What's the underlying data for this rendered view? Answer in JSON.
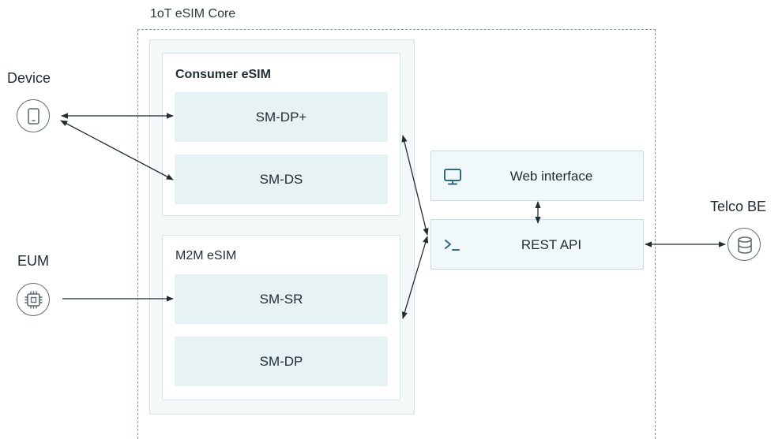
{
  "core": {
    "title": "1oT eSIM Core"
  },
  "consumer": {
    "title": "Consumer eSIM",
    "modules": [
      "SM-DP+",
      "SM-DS"
    ]
  },
  "m2m": {
    "title": "M2M eSIM",
    "modules": [
      "SM-SR",
      "SM-DP"
    ]
  },
  "services": {
    "web": {
      "label": "Web interface",
      "icon": "monitor-icon"
    },
    "rest": {
      "label": "REST API",
      "icon": "terminal-icon"
    }
  },
  "external": {
    "device": {
      "label": "Device",
      "icon": "phone-icon"
    },
    "eum": {
      "label": "EUM",
      "icon": "chip-icon"
    },
    "telco": {
      "label": "Telco BE",
      "icon": "database-icon"
    }
  },
  "colors": {
    "accent": "#2f6b7a",
    "module_fill": "#e6f2f4",
    "line": "#1f2d33",
    "border_dashed": "#7f9a9a"
  }
}
